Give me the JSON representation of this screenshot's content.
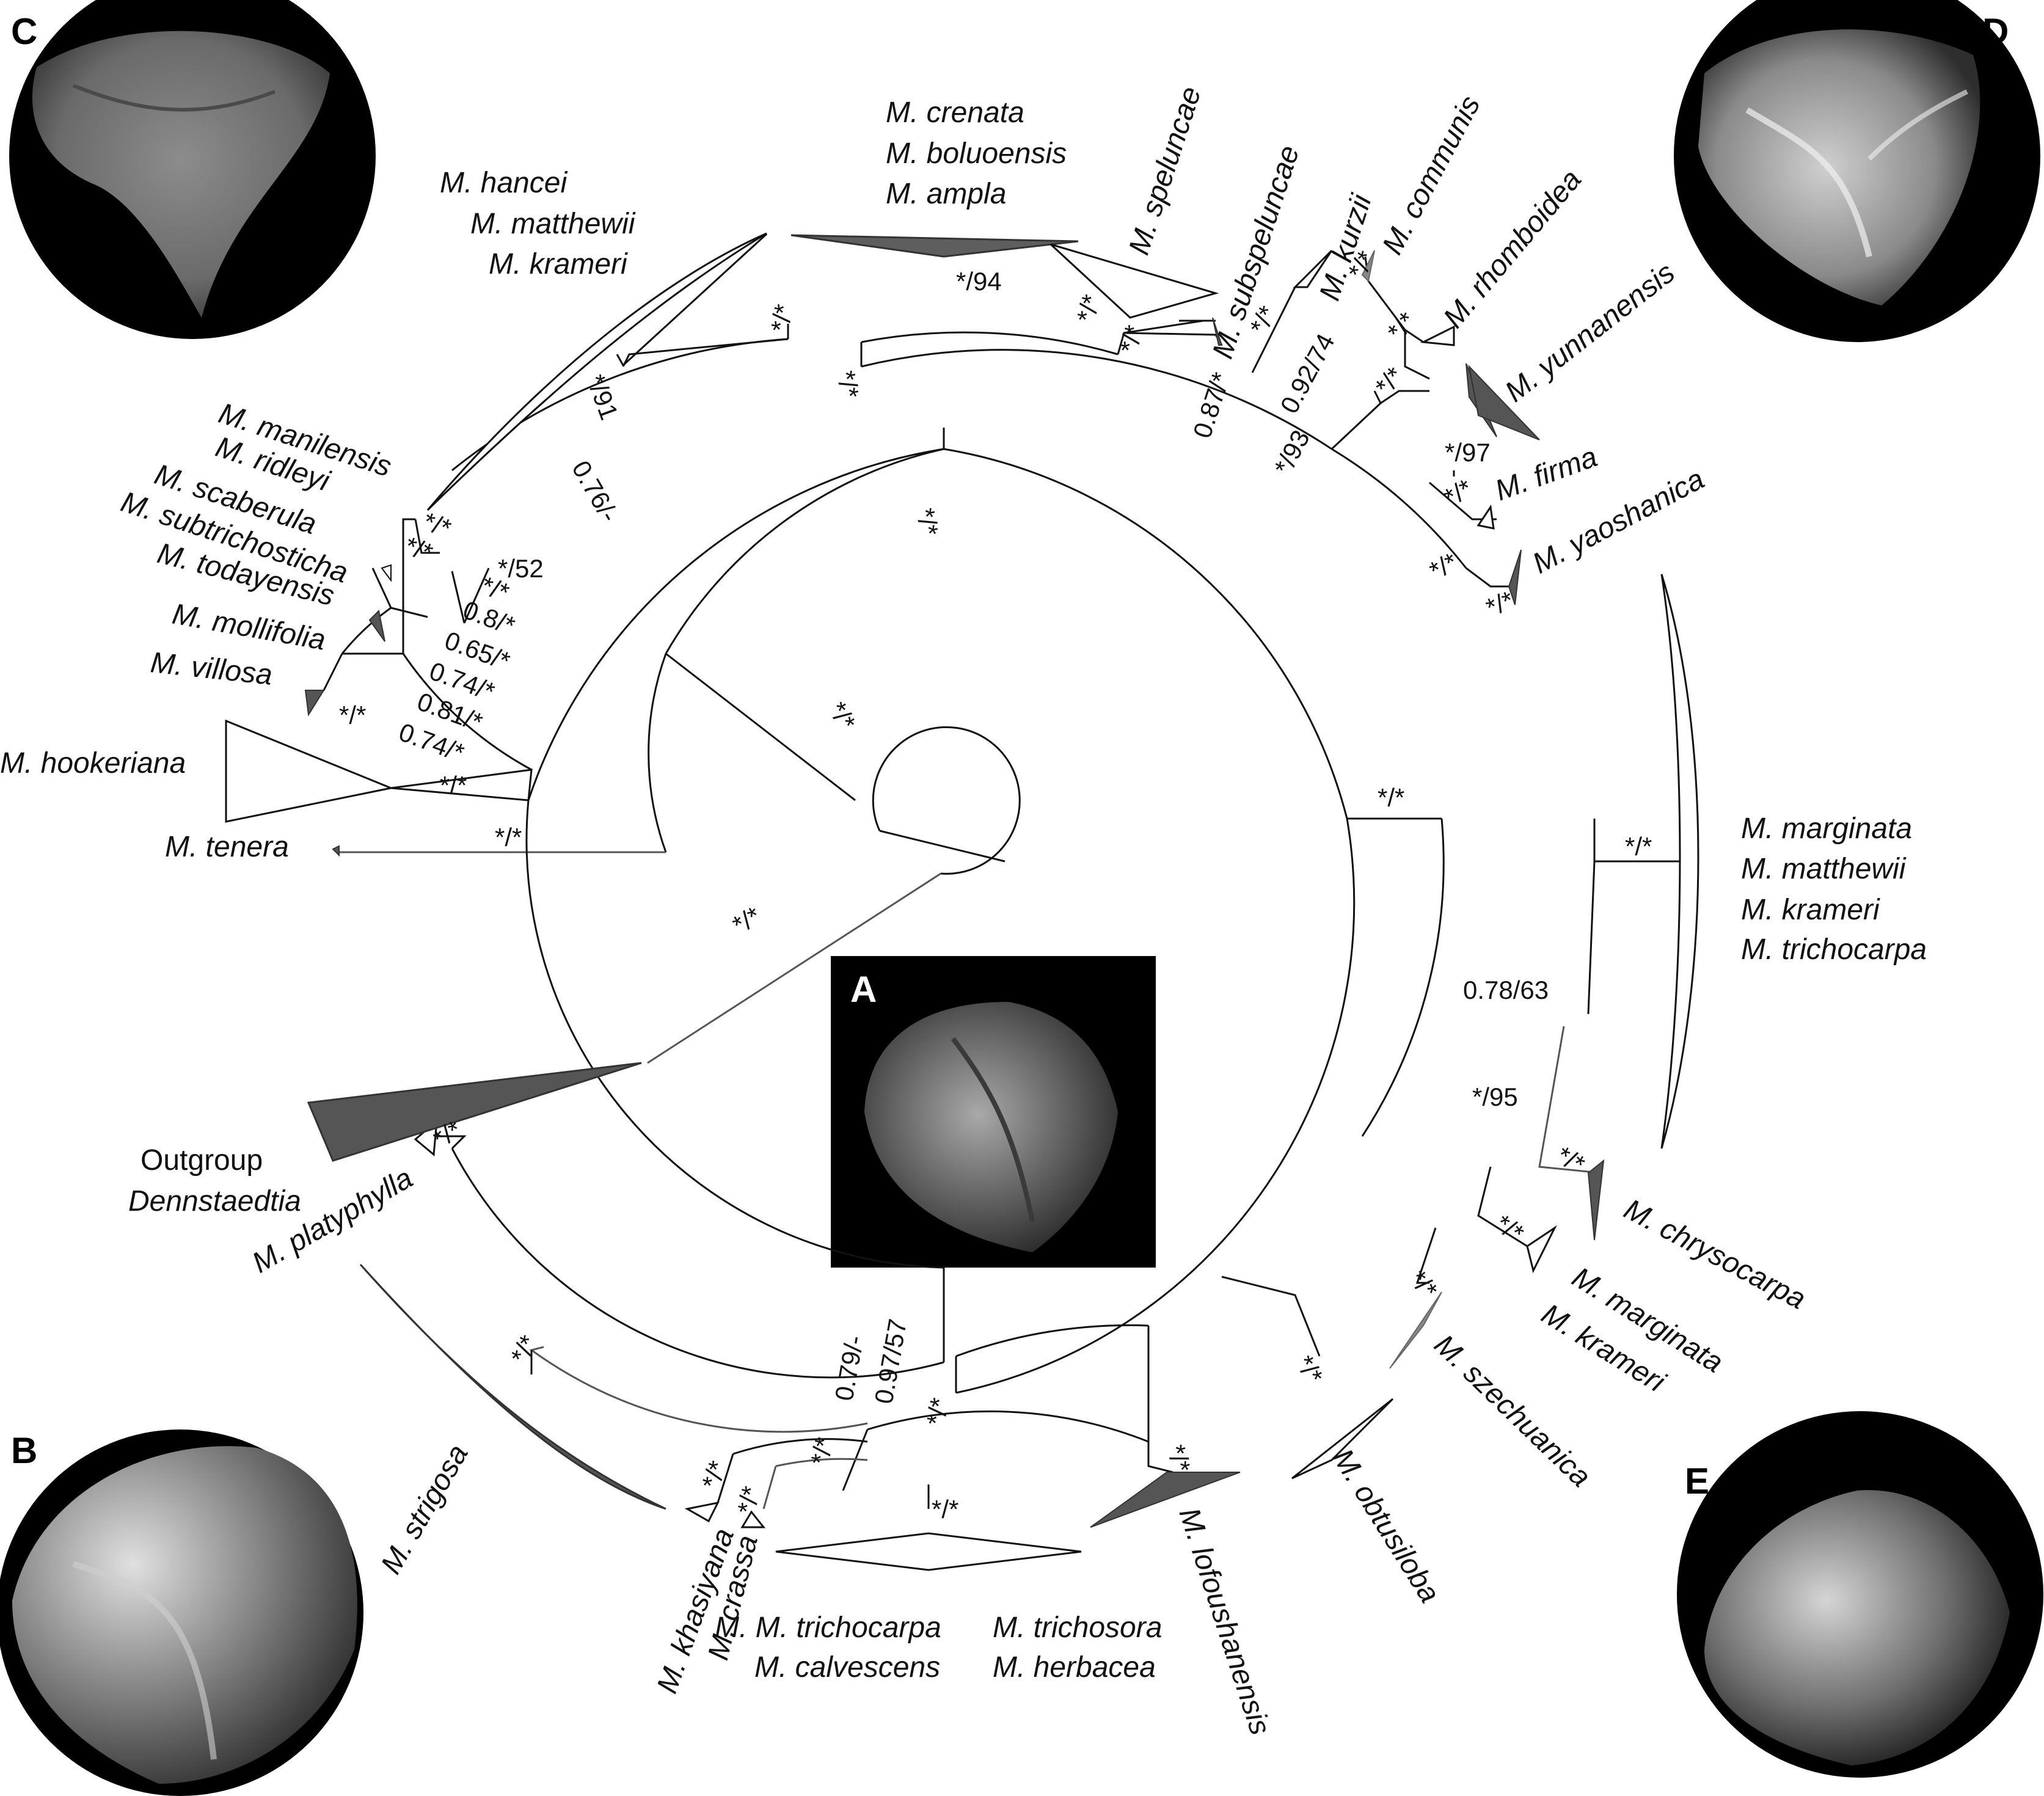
{
  "figure": {
    "panels": {
      "A": "A",
      "B": "B",
      "C": "C",
      "D": "D",
      "E": "E"
    },
    "taxa": {
      "crenata": "M. crenata",
      "boluoensis": "M. boluoensis",
      "ampla": "M. ampla",
      "hancei": "M. hancei",
      "matthewii_1": "M. matthewii",
      "krameri_1": "M. krameri",
      "speluncae": "M. speluncae",
      "subspeluncae": "M. subspeluncae",
      "kurzii": "M. kurzii",
      "communis": "M. communis",
      "rhomboidea": "M. rhomboidea",
      "yunnanensis": "M. yunnanensis",
      "firma": "M. firma",
      "yaoshanica": "M. yaoshanica",
      "manilensis": "M. manilensis",
      "ridleyi": "M. ridleyi",
      "scaberula": "M. scaberula",
      "subtrichosticha": "M. subtrichosticha",
      "todayensis": "M. todayensis",
      "mollifolia": "M. mollifolia",
      "villosa": "M. villosa",
      "hookeriana": "M. hookeriana",
      "tenera": "M. tenera",
      "marginata_1": "M. marginata",
      "matthewii_2": "M. matthewii",
      "krameri_2": "M. krameri",
      "trichocarpa_1": "M. trichocarpa",
      "chrysocarpa": "M. chrysocarpa",
      "marginata_2": "M. marginata",
      "krameri_3": "M. krameri",
      "szechuanica": "M. szechuanica",
      "obtusiloba": "M. obtusiloba",
      "loufoushanensis": "M. lofoushanensis",
      "trichocarpa_2": "M. M. trichocarpa",
      "calvescens": "M. calvescens",
      "trichosora": "M. trichosora",
      "herbacea": "M. herbacea",
      "crassa": "M. crassa",
      "khasiyana": "M. khasiyana",
      "strigosa": "M. strigosa",
      "platyphylla": "M. platyphylla",
      "outgroup_1": "Outgroup",
      "outgroup_2": "Dennstaedtia"
    },
    "support": {
      "s_94": "*/94",
      "s_crenata_node": "*/*",
      "s_hancei_node": "*/91",
      "s_bigclade_node": "*/*",
      "s_076": "0.76/-",
      "s_spel_1": "*/*",
      "s_spel_2": "*/*",
      "s_087": "0.87/*",
      "s_kurzii": "*/*",
      "s_092": "0.92/74",
      "s_93": "*/93",
      "s_comm": "*/*",
      "s_rhomb": "*/*",
      "s_yunn": "*/*",
      "s_97": "*/97",
      "s_firma": "*/*",
      "s_yao1": "*/*",
      "s_yao2": "*/*",
      "s_mani": "*/*",
      "s_ridl": "*/*",
      "s_52": "*/52",
      "s_subt": "*/*",
      "s_08": "0.8/*",
      "s_065": "0.65/*",
      "s_074a": "0.74/*",
      "s_081": "0.81/*",
      "s_074b": "0.74/*",
      "s_vill": "*/*",
      "s_hook": "*/*",
      "s_tenera": "*/*",
      "s_inner1": "*/*",
      "s_inner2": "*/*",
      "s_right": "*/*",
      "s_marg": "*/*",
      "s_078": "0.78/63",
      "s_95": "*/95",
      "s_chrys": "*/*",
      "s_marg2": "*/*",
      "s_szech": "*/*",
      "s_obtus": "*/*",
      "s_lofou": "*/*",
      "s_trichoc": "*/*",
      "s_crassa": "*/*",
      "s_khasi": "*/*",
      "s_079": "0.79/-",
      "s_097": "0.97/57",
      "s_bottom": "*/*",
      "s_bottom2": "*/*",
      "s_strig": "*/*",
      "s_platy": "*/*",
      "s_outg": "*/*"
    }
  }
}
